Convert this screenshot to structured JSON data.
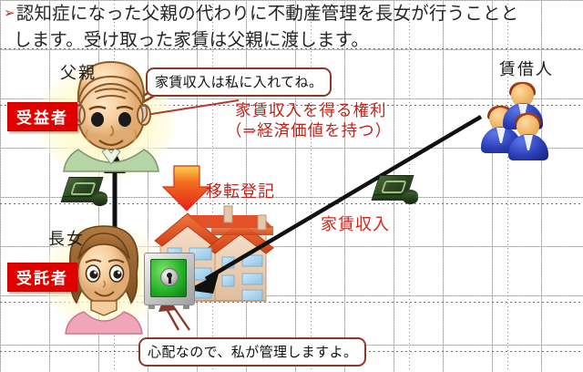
{
  "headline": {
    "bullet": "➢",
    "line1": "認知症になった父親の代わりに不動産管理を長女が行うことと",
    "line2": "します。受け取った家賃は父親に渡します。"
  },
  "father": {
    "label": "父親",
    "badge": "受益者",
    "speech": "家賃収入は私に入れてね。",
    "icon": "elderly-man-face-icon"
  },
  "daughter": {
    "label": "長女",
    "badge": "受託者",
    "speech": "心配なので、私が管理しますよ。",
    "icon": "young-woman-face-icon"
  },
  "tenants": {
    "label": "賃借人",
    "icon": "people-group-icon",
    "count": 3
  },
  "annotations": {
    "right_to_rent_line1": "家賃収入を得る権利",
    "right_to_rent_line2": "（⇒経済価値を持つ）",
    "transfer_registration": "移転登記",
    "rent_income": "家賃収入"
  },
  "objects": {
    "house": "house-building-icon",
    "safe": "green-safe-vault-icon",
    "money_left": "cash-stack-icon",
    "money_right": "cash-stack-icon",
    "down_arrow": "red-down-arrow-icon",
    "up_arrow": "black-up-arrow-icon",
    "diagonal_arrow": "black-diagonal-arrow-icon"
  },
  "colors": {
    "badge_red": "#e00000",
    "annotation_red": "#c0241a",
    "arrow_red": "#e8261d",
    "bubble_border": "#8b3a2a",
    "text_dark": "#262523",
    "safe_green": "#27b52a",
    "tenant_blue": "#2b3fb8",
    "roof_orange": "#e2512a"
  }
}
